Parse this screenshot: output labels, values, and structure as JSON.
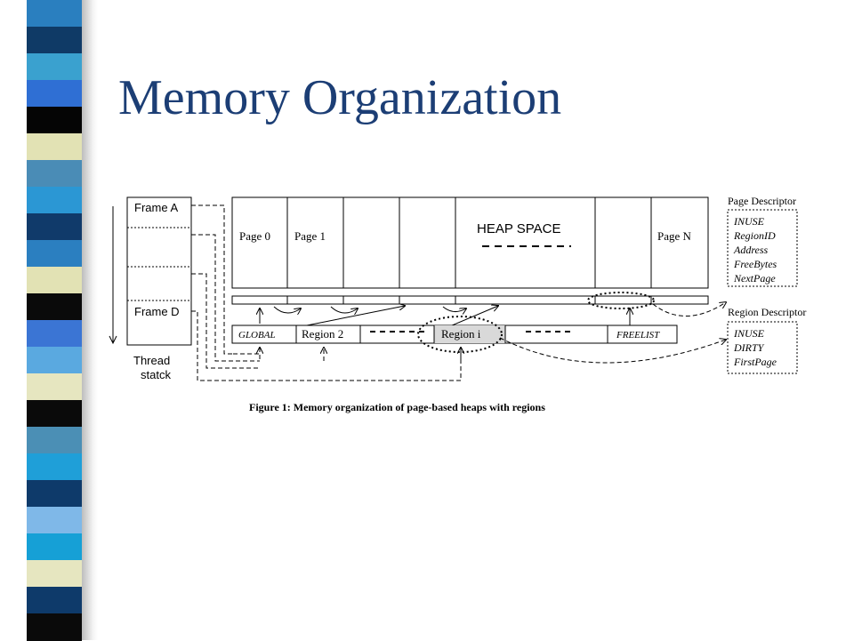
{
  "slide": {
    "title": "Memory Organization",
    "strip_colors": [
      "#2a7fbf",
      "#0f3a66",
      "#3aa1cf",
      "#2f6fd4",
      "#050505",
      "#e2e2b4",
      "#4a8cb6",
      "#2b97d4",
      "#103a6a",
      "#2b7fc0",
      "#e2e2b4",
      "#0a0a0a",
      "#3b75d4",
      "#5aa9e0",
      "#e6e6c0",
      "#0a0a0a",
      "#4b8fb5",
      "#1f9fd8",
      "#0e3a6a",
      "#7fb8e8",
      "#16a0d6",
      "#e6e6c0",
      "#0e3a6a",
      "#0a0a0a"
    ]
  },
  "diagram": {
    "thread_stack": {
      "frame_a": "Frame A",
      "frame_d": "Frame D",
      "label_line1": "Thread",
      "label_line2": "statck"
    },
    "pages": {
      "page0": "Page 0",
      "page1": "Page 1",
      "heap_space": "HEAP SPACE",
      "page_n": "Page N"
    },
    "regions": {
      "global": "GLOBAL",
      "region2": "Region 2",
      "region_i": "Region i",
      "freelist": "FREELIST"
    },
    "page_descriptor": {
      "title": "Page Descriptor",
      "fields": [
        "INUSE",
        "RegionID",
        "Address",
        "FreeBytes",
        "NextPage"
      ]
    },
    "region_descriptor": {
      "title": "Region Descriptor",
      "fields": [
        "INUSE",
        "DIRTY",
        "FirstPage"
      ]
    },
    "caption": "Figure 1:  Memory organization of page-based heaps with regions"
  }
}
